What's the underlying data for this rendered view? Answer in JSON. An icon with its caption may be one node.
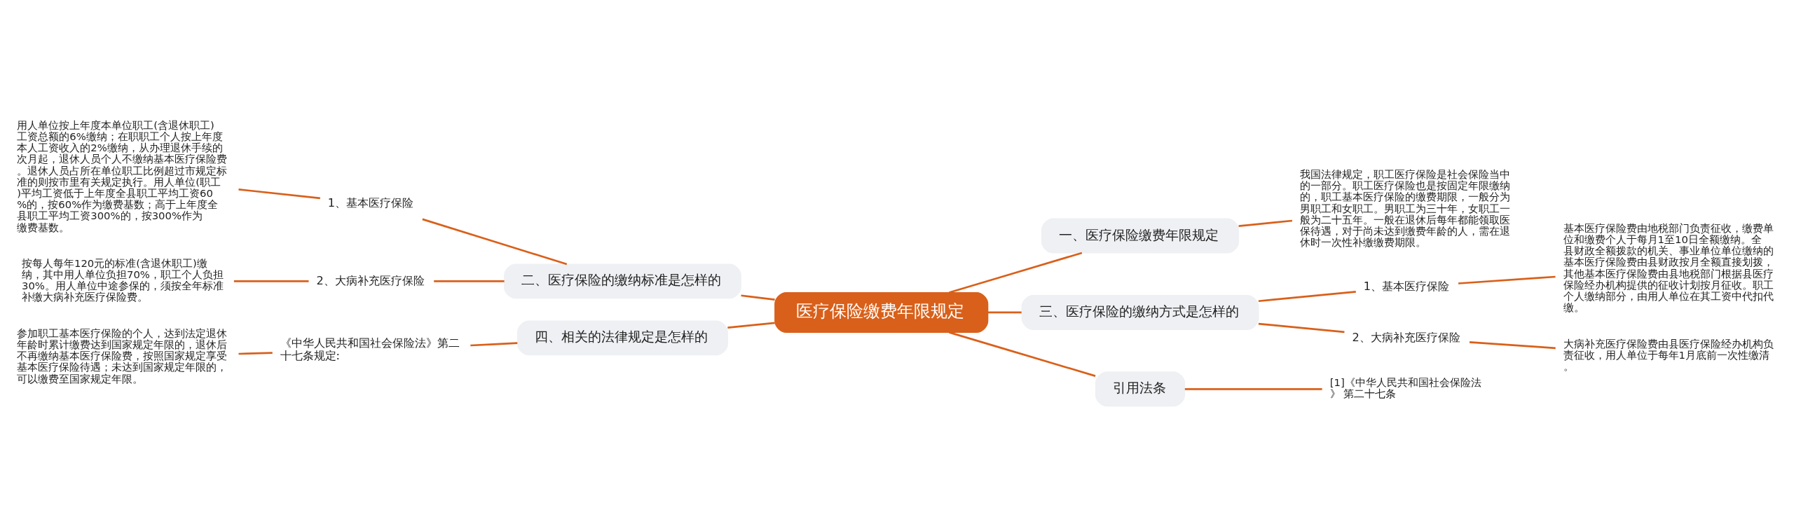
{
  "diagram": {
    "nodes": [
      {
        "text": [
          "医疗保险缴费年限规定"
        ]
      },
      {
        "text": [
          "一、医疗保险缴费年限规定"
        ]
      },
      {
        "text": [
          "我国法律规定，职工医疗保险是社会保险当中的一部分。职工医疗保险也是按固定年限缴纳的，职工基本医疗保险的缴费期限，一般分为男职工和女职工。男职工为三十年，女职工一般为二十五年。一般在退休后每年都能领取医保待遇，对于尚未达到缴费年龄的人，需在退休时一次性补缴缴费期限。"
        ]
      },
      {
        "text": [
          "二、医疗保险的缴纳标准是怎样的"
        ]
      },
      {
        "text": [
          "1、基本医疗保险"
        ]
      },
      {
        "text": [
          "用人单位按上年度本单位职工(含退休职工)工资总额的6%缴纳；在职职工个人按上年度本人工资收入的2%缴纳，从办理退休手续的次月起，退休人员个人不缴纳基本医疗保险费。退休人员占所在单位职工比例超过市规定标准的则按市里有关规定执行。用人单位(职工)平均工资低于上年度全县职工平均工资60%的，按60%作为缴费基数；高于上年度全县职工平均工资300%的，按300%作为缴费基数。"
        ]
      },
      {
        "text": [
          "2、大病补充医疗保险"
        ]
      },
      {
        "text": [
          "按每人每年120元的标准(含退休职工)缴纳，其中用人单位负担70%，职工个人负担30%。用人单位中途参保的，须按全年标准补缴大病补充医疗保险费。"
        ]
      },
      {
        "text": [
          "三、医疗保险的缴纳方式是怎样的"
        ]
      },
      {
        "text": [
          "1、基本医疗保险"
        ]
      },
      {
        "text": [
          "基本医疗保险费由地税部门负责征收，缴费单位和缴费个人于每月1至10日全额缴纳。全县财政全额拨款的机关、事业单位单位缴纳的基本医疗保险费由县财政按月全额直接划拨，其他基本医疗保险费由县地税部门根据县医疗保险经办机构提供的征收计划按月征收。职工个人缴纳部分，由用人单位在其工资中代扣代缴。"
        ]
      },
      {
        "text": [
          "2、大病补充医疗保险"
        ]
      },
      {
        "text": [
          "大病补充医疗保险费由县医疗保险经办机构负责征收，用人单位于每年1月底前一次性缴清。"
        ]
      },
      {
        "text": [
          "四、相关的法律规定是怎样的"
        ]
      },
      {
        "text": [
          "《中华人民共和国社会保险法》第二十七条规定:"
        ]
      },
      {
        "text": [
          "参加职工基本医疗保险的个人，达到法定退休年龄时累计缴费达到国家规定年限的，退休后不再缴纳基本医疗保险费，按照国家规定享受基本医疗保险待遇；未达到国家规定年限的，可以缴费至国家规定年限。"
        ]
      },
      {
        "text": [
          "引用法条"
        ]
      },
      {
        "text": [
          "[1]《中华人民共和国社会保险法》 第二十七条"
        ]
      }
    ],
    "edges": [
      {
        "from": 0,
        "to": 1,
        "arrow": "none"
      },
      {
        "from": 1,
        "to": 2,
        "arrow": "none"
      },
      {
        "from": 3,
        "to": 0,
        "arrow": "none"
      },
      {
        "from": 4,
        "to": 3,
        "arrow": "none"
      },
      {
        "from": 5,
        "to": 4,
        "arrow": "none"
      },
      {
        "from": 6,
        "to": 3,
        "arrow": "none"
      },
      {
        "from": 7,
        "to": 6,
        "arrow": "none"
      },
      {
        "from": 0,
        "to": 8,
        "arrow": "none"
      },
      {
        "from": 8,
        "to": 9,
        "arrow": "none"
      },
      {
        "from": 9,
        "to": 10,
        "arrow": "none"
      },
      {
        "from": 8,
        "to": 11,
        "arrow": "none"
      },
      {
        "from": 11,
        "to": 12,
        "arrow": "none"
      },
      {
        "from": 13,
        "to": 0,
        "arrow": "none"
      },
      {
        "from": 14,
        "to": 13,
        "arrow": "none"
      },
      {
        "from": 15,
        "to": 14,
        "arrow": "none"
      },
      {
        "from": 0,
        "to": 16,
        "arrow": "none"
      },
      {
        "from": 16,
        "to": 17,
        "arrow": "none"
      }
    ]
  }
}
